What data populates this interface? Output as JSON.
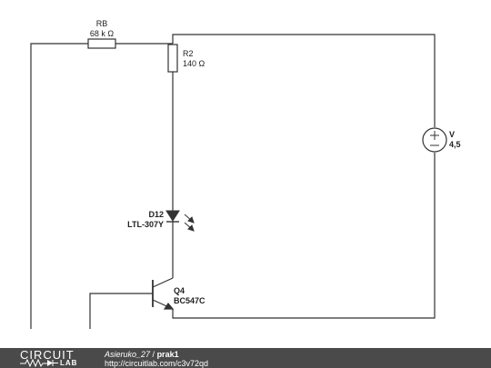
{
  "components": {
    "rb": {
      "name": "RB",
      "value": "68 k Ω"
    },
    "r2": {
      "name": "R2",
      "value": "140 Ω"
    },
    "d12": {
      "name": "D12",
      "value": "LTL-307Y"
    },
    "q4": {
      "name": "Q4",
      "value": "BC547C"
    },
    "v": {
      "name": "V",
      "value": "4,5"
    }
  },
  "footer": {
    "logo_top": "CIRCUIT",
    "logo_bottom": "LAB",
    "author": "Asieruko_27",
    "separator": " / ",
    "title": "prak1",
    "url": "http://circuitlab.com/c3v72qd"
  },
  "colors": {
    "wire": "#333333",
    "footer_bg": "#4a4a4a"
  }
}
